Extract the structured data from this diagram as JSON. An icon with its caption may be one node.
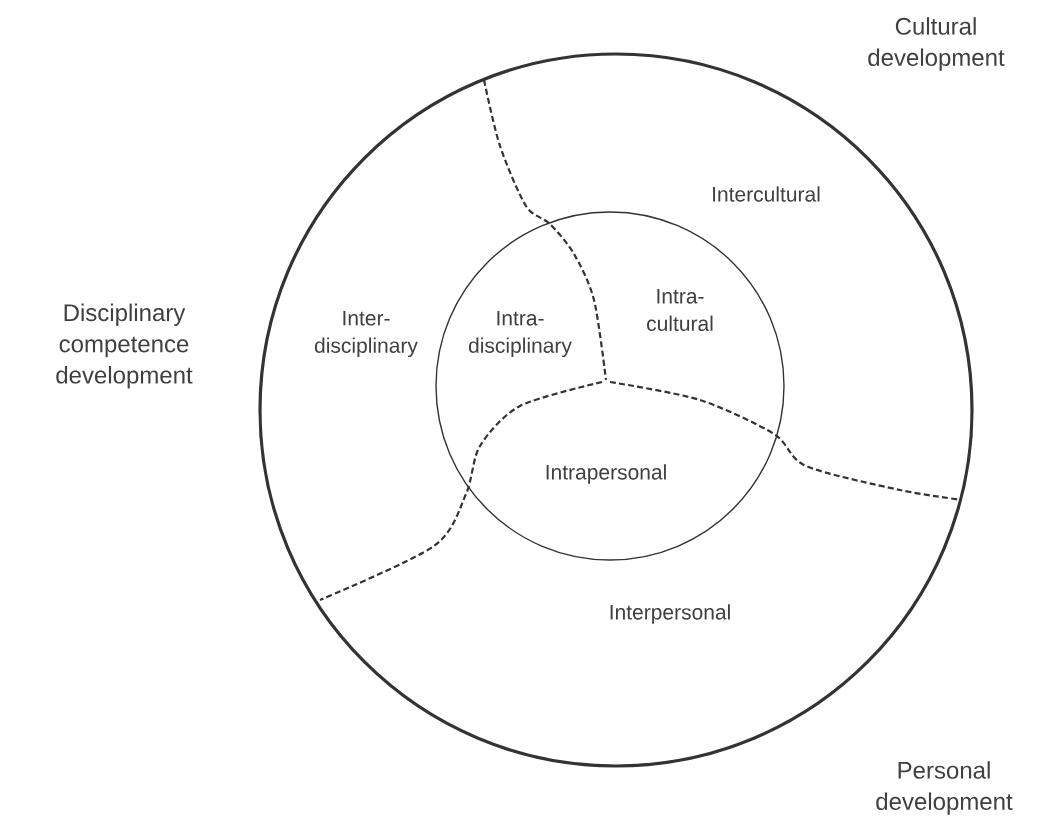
{
  "diagram": {
    "nodes": [
      {
        "text": [],
        "shape": "circle"
      },
      {
        "text": [],
        "shape": "circle",
        "in": 0
      }
    ],
    "labels": [
      "Cultural development",
      "Intercultural",
      "Disciplinary competence development",
      "Inter- disciplinary",
      "Intra- disciplinary",
      "Intra- cultural",
      "Intrapersonal",
      "Interpersonal",
      "Personal development"
    ]
  }
}
